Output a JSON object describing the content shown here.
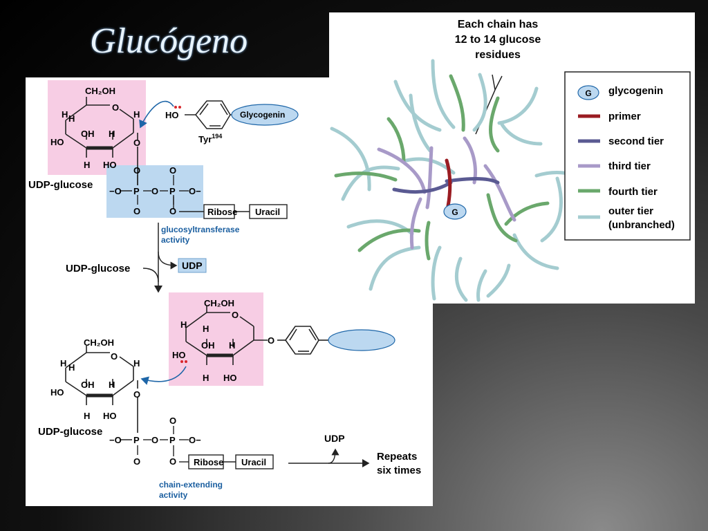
{
  "slide": {
    "title": "Glucógeno"
  },
  "mechanism": {
    "glucose_ring": {
      "ch2oh": "CH₂OH",
      "o": "O",
      "h": "H",
      "oh": "OH",
      "ho": "HO"
    },
    "linkage_o": "O",
    "udp_glucose_label": "UDP-glucose",
    "phosphate": {
      "o": "O",
      "p": "P",
      "o_neg_left": "−O",
      "o_neg_right": "O−",
      "dash": "–"
    },
    "ribose": "Ribose",
    "uracil": "Uracil",
    "tyr_ho": "HO",
    "tyr_label": "Tyr",
    "tyr_sup": "194",
    "glycogenin_label": "Glycogenin",
    "glucosyltransferase": [
      "glucosyltransferase",
      "activity"
    ],
    "udp_glucose_input": "UDP-glucose",
    "udp_product": "UDP",
    "udp_released": "UDP",
    "chain_extending": [
      "chain-extending",
      "activity"
    ],
    "repeats": [
      "Repeats",
      "six times"
    ]
  },
  "branching": {
    "callout": [
      "Each chain has",
      "12 to 14 glucose",
      "residues"
    ],
    "legend": [
      {
        "label": "glycogenin",
        "color": "#bcd8f0",
        "icon": "G"
      },
      {
        "label": "primer",
        "color": "#9a1c22"
      },
      {
        "label": "second tier",
        "color": "#5a5a92"
      },
      {
        "label": "third tier",
        "color": "#a89ac8"
      },
      {
        "label": "fourth tier",
        "color": "#6aa86c"
      },
      {
        "label": "outer tier",
        "label2": "(unbranched)",
        "color": "#a4ccd0"
      }
    ],
    "center_icon": "G"
  },
  "colors": {
    "pink_box": "#f7cde4",
    "blue_box": "#bcd8f0",
    "arrow_blue": "#1e66a8",
    "electron_red": "#d8262c",
    "label_blue": "#1b5fa0"
  }
}
